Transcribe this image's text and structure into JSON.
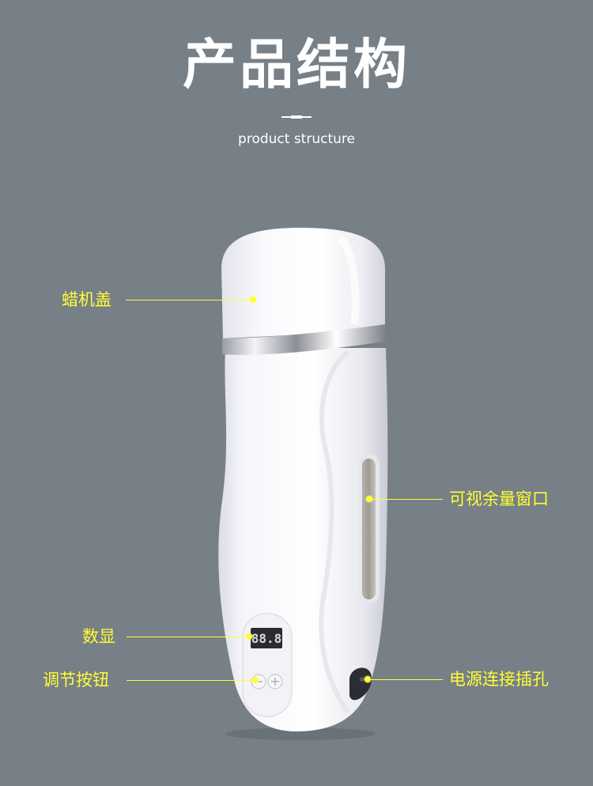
{
  "header": {
    "title": "产品结构",
    "subtitle": "product structure"
  },
  "device": {
    "display_readout": "88.8"
  },
  "callouts": {
    "wax_lid": "蜡机盖",
    "view_window": "可视余量窗口",
    "display": "数显",
    "buttons": "调节按钮",
    "power_port": "电源连接插孔"
  },
  "colors": {
    "background": "#777f87",
    "callout": "#ffff33",
    "text": "#ffffff"
  }
}
